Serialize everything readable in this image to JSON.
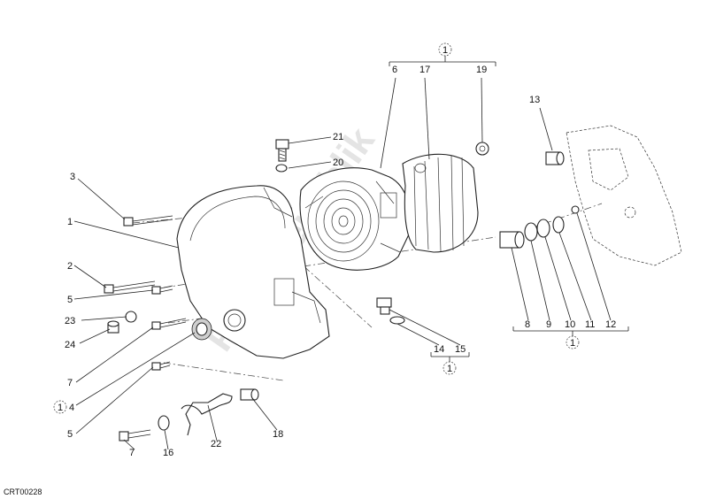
{
  "diagram": {
    "code": "CRT00228",
    "watermark": "PartsRepublik",
    "group_symbol": "1",
    "labels": [
      {
        "id": "l1",
        "text": "1"
      },
      {
        "id": "l2",
        "text": "2"
      },
      {
        "id": "l3",
        "text": "3"
      },
      {
        "id": "l4",
        "text": "4"
      },
      {
        "id": "l5a",
        "text": "5"
      },
      {
        "id": "l5b",
        "text": "5"
      },
      {
        "id": "l6",
        "text": "6"
      },
      {
        "id": "l7a",
        "text": "7"
      },
      {
        "id": "l7b",
        "text": "7"
      },
      {
        "id": "l8",
        "text": "8"
      },
      {
        "id": "l9",
        "text": "9"
      },
      {
        "id": "l10",
        "text": "10"
      },
      {
        "id": "l11",
        "text": "11"
      },
      {
        "id": "l12",
        "text": "12"
      },
      {
        "id": "l13",
        "text": "13"
      },
      {
        "id": "l14",
        "text": "14"
      },
      {
        "id": "l15",
        "text": "15"
      },
      {
        "id": "l16",
        "text": "16"
      },
      {
        "id": "l17",
        "text": "17"
      },
      {
        "id": "l18",
        "text": "18"
      },
      {
        "id": "l19",
        "text": "19"
      },
      {
        "id": "l20",
        "text": "20"
      },
      {
        "id": "l21",
        "text": "21"
      },
      {
        "id": "l22",
        "text": "22"
      },
      {
        "id": "l23",
        "text": "23"
      },
      {
        "id": "l24",
        "text": "24"
      }
    ]
  }
}
